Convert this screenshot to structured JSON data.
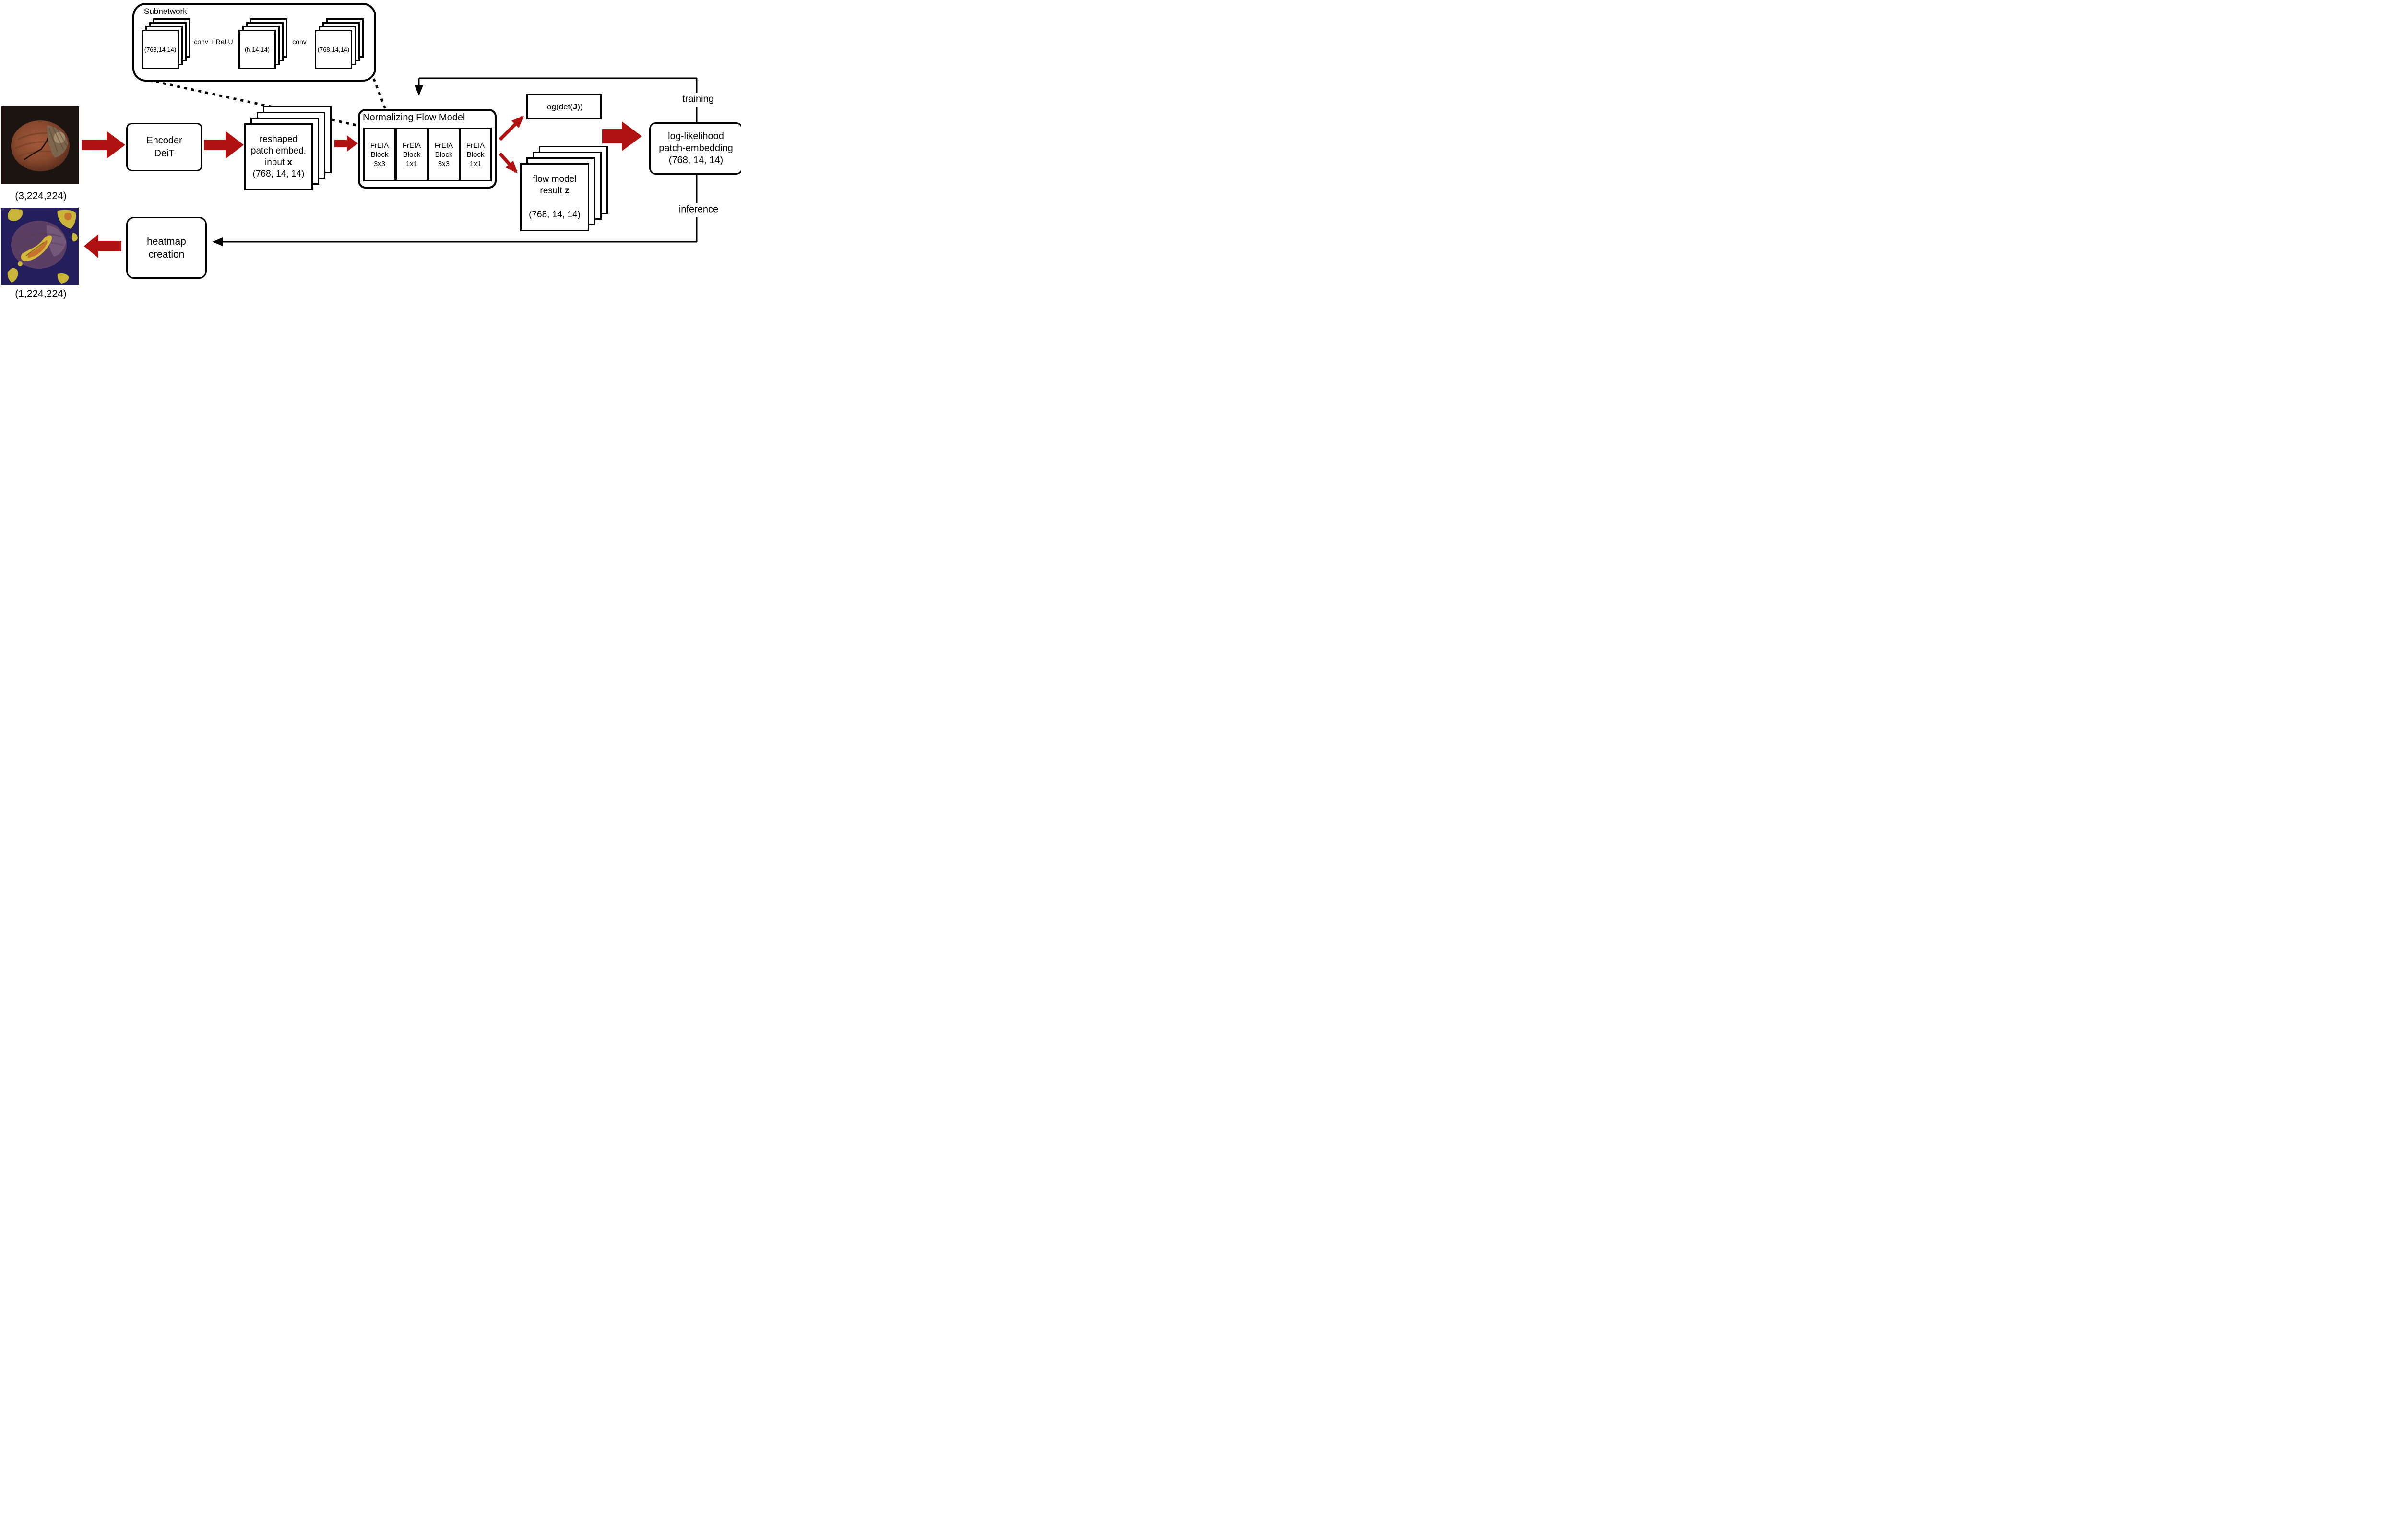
{
  "subnetwork": {
    "title": "Subnetwork",
    "stack_in_label": "(768,14,14)",
    "stack_mid_label": "(h,14,14)",
    "stack_out_label": "(768,14,14)",
    "arrow1_label": "conv + ReLU",
    "arrow2_label": "conv"
  },
  "input_image": {
    "label": "(3,224,224)"
  },
  "output_image": {
    "label": "(1,224,224)"
  },
  "encoder": {
    "line1": "Encoder",
    "line2": "DeiT"
  },
  "patch_stack": {
    "line1": "reshaped",
    "line2": "patch embed.",
    "line3_prefix": "input ",
    "line3_bold": "x",
    "line4": "(768, 14, 14)"
  },
  "nfm": {
    "title": "Normalizing Flow Model",
    "blocks": [
      {
        "l1": "FrEIA",
        "l2": "Block",
        "l3": "3x3"
      },
      {
        "l1": "FrEIA",
        "l2": "Block",
        "l3": "1x1"
      },
      {
        "l1": "FrEIA",
        "l2": "Block",
        "l3": "3x3"
      },
      {
        "l1": "FrEIA",
        "l2": "Block",
        "l3": "1x1"
      }
    ]
  },
  "logdet": {
    "prefix": "log(det(",
    "bold": "J",
    "suffix": "))"
  },
  "z_stack": {
    "line1": "flow model",
    "line2_prefix": "result ",
    "line2_bold": "z",
    "line3": "(768, 14, 14)"
  },
  "loglik": {
    "line1": "log-likelihood",
    "line2": "patch-embedding",
    "line3": "(768, 14, 14)"
  },
  "flow_labels": {
    "training": "training",
    "inference": "inference"
  },
  "heatmap_box": {
    "line1": "heatmap",
    "line2": "creation"
  },
  "colors": {
    "arrow_red": "#b01212",
    "line_black": "#000000"
  }
}
